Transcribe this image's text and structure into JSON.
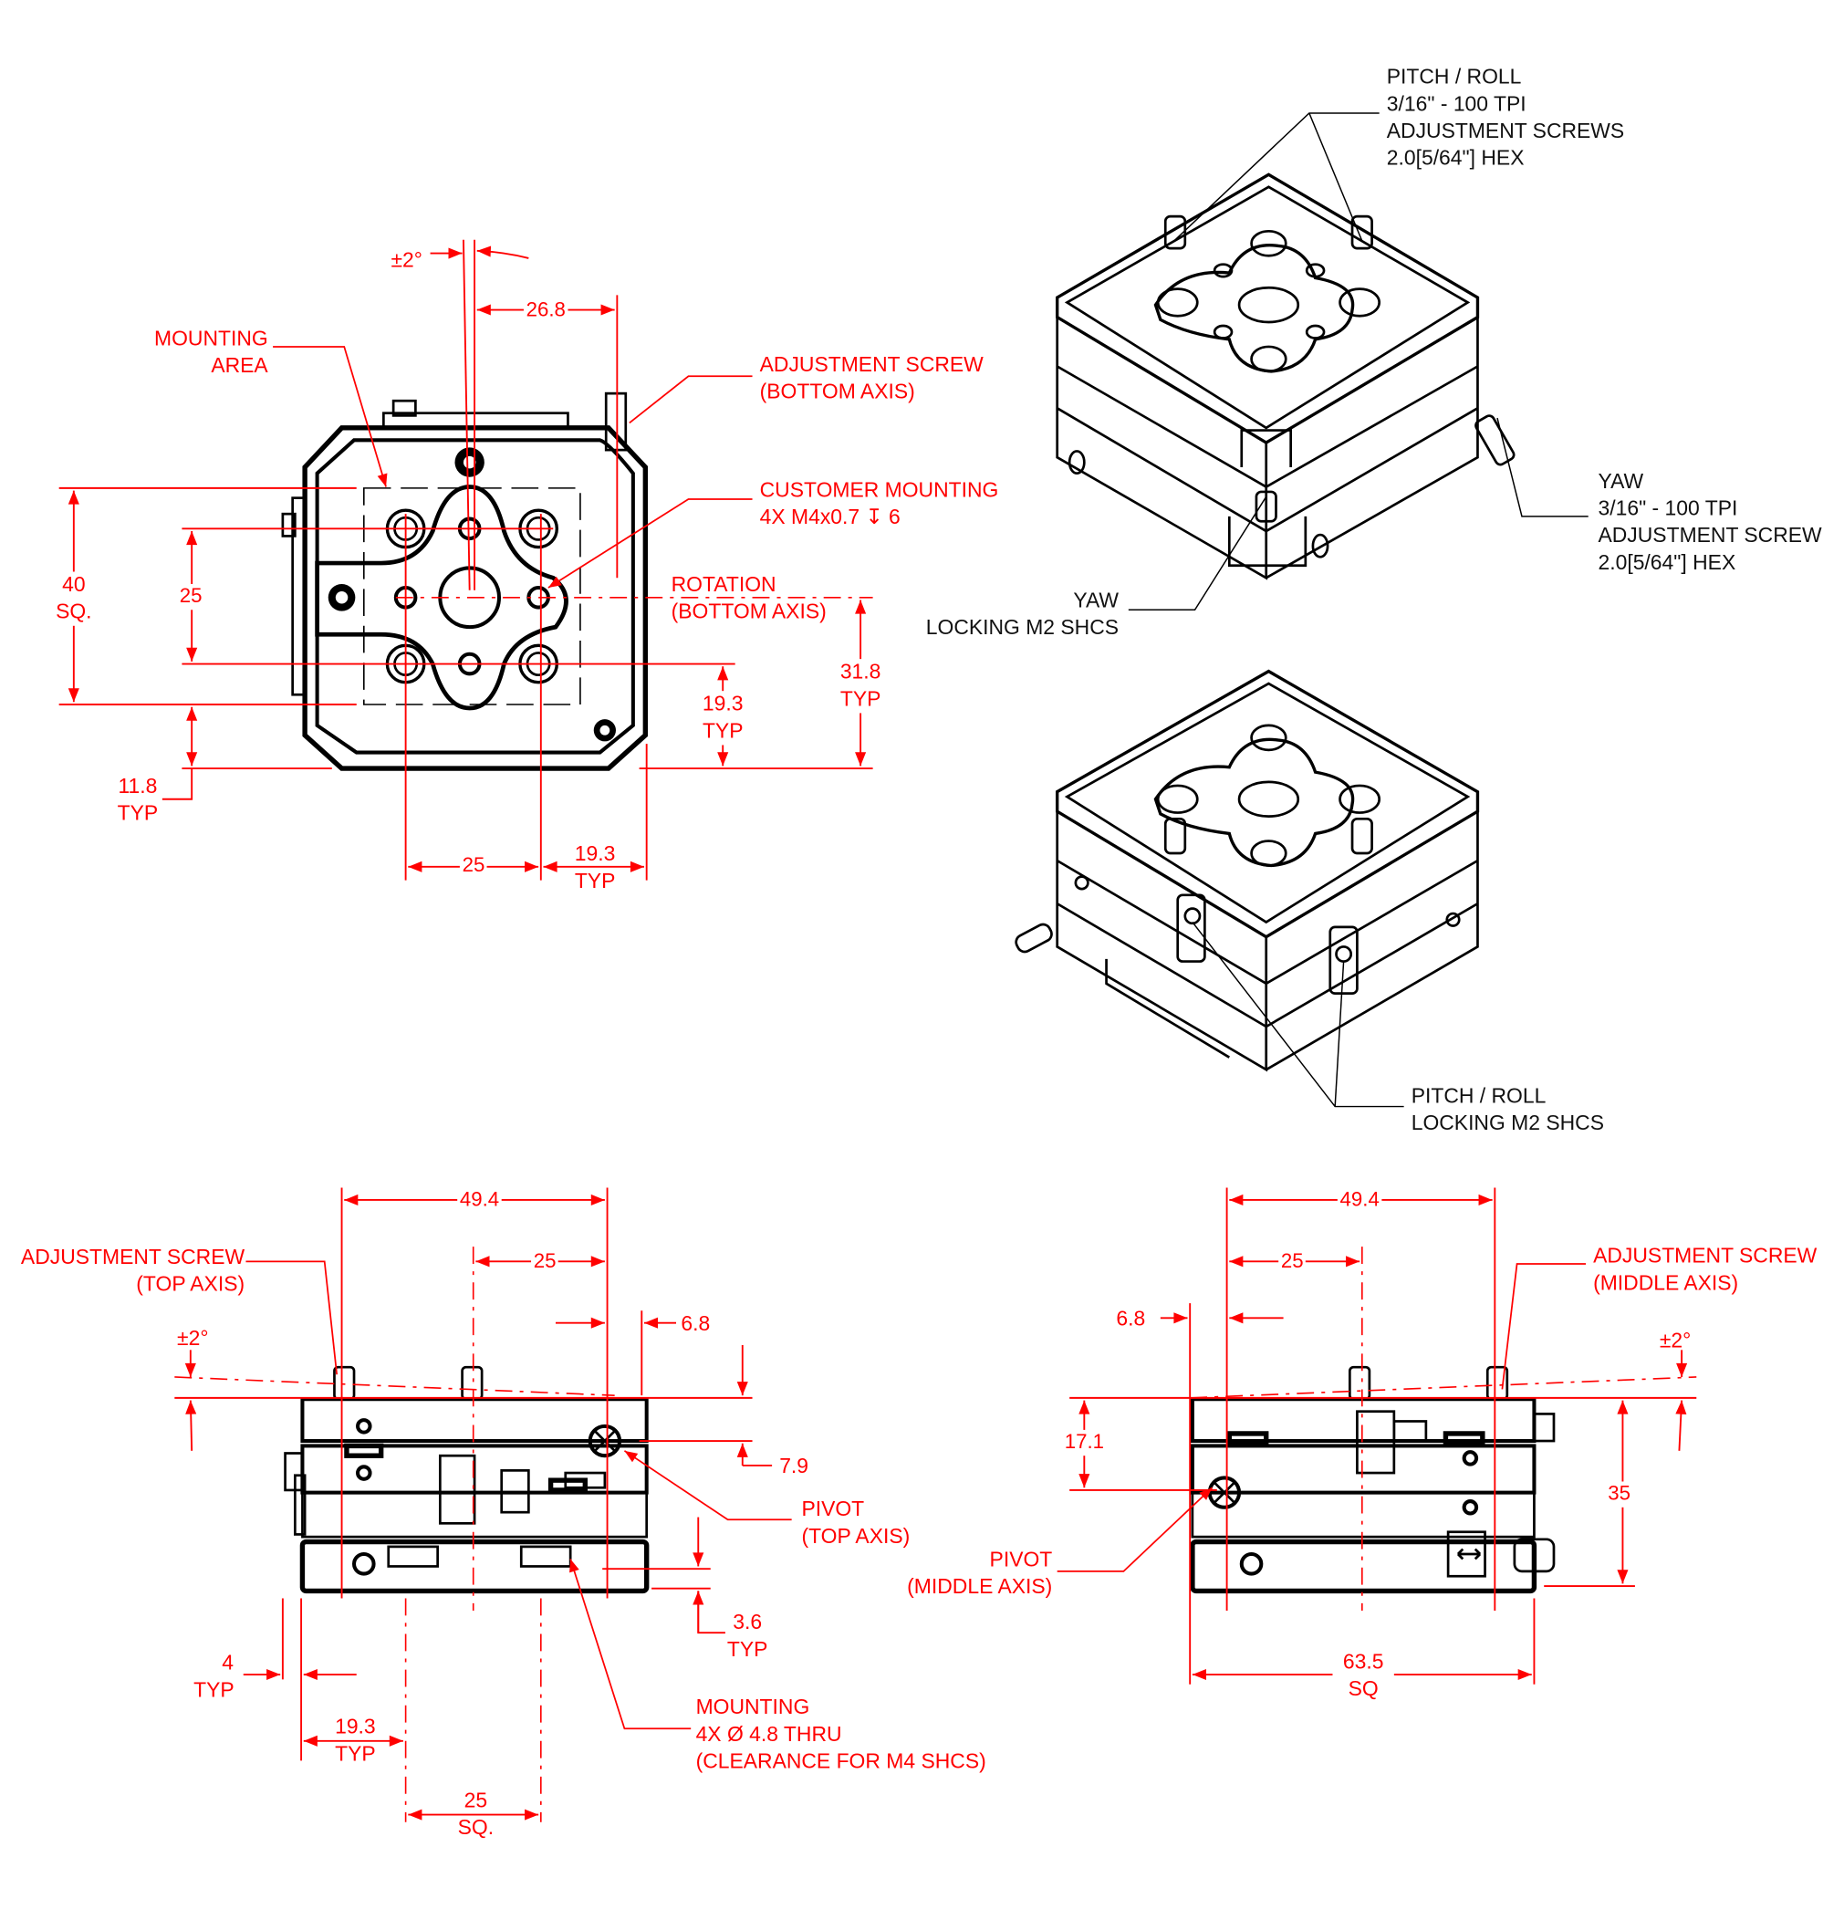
{
  "drawing": {
    "title": "Tip / Tilt / Rotation Stage — Dimensional Drawing",
    "colors": {
      "dimension": "#ff0000",
      "part_outline": "#000000",
      "callout_text": "#111111",
      "background": "#ffffff"
    }
  },
  "top_view": {
    "angle_dim": "±2°",
    "dim_26_8": "26.8",
    "mounting_area": [
      "MOUNTING",
      "AREA"
    ],
    "adjustment_screw": [
      "ADJUSTMENT SCREW",
      "(BOTTOM AXIS)"
    ],
    "customer_mounting": [
      "CUSTOMER MOUNTING",
      "4X M4x0.7 ↧ 6"
    ],
    "rotation": [
      "ROTATION",
      "(BOTTOM AXIS)"
    ],
    "dim_40": [
      "40",
      "SQ."
    ],
    "dim_25_v": "25",
    "dim_31_8": [
      "31.8",
      "TYP"
    ],
    "dim_19_3_v": [
      "19.3",
      "TYP"
    ],
    "dim_11_8": [
      "11.8",
      "TYP"
    ],
    "dim_25_h": "25",
    "dim_19_3_h": [
      "19.3",
      "TYP"
    ]
  },
  "iso_top": {
    "pitch_roll_screws": [
      "PITCH / ROLL",
      "3/16\" - 100 TPI",
      "ADJUSTMENT SCREWS",
      "2.0[5/64\"] HEX"
    ],
    "yaw_screw": [
      "YAW",
      "3/16\" - 100 TPI",
      "ADJUSTMENT SCREW",
      "2.0[5/64\"] HEX"
    ],
    "yaw_locking": [
      "YAW",
      "LOCKING M2 SHCS"
    ]
  },
  "iso_bottom": {
    "pitch_roll_locking": [
      "PITCH / ROLL",
      "LOCKING M2 SHCS"
    ]
  },
  "front_view": {
    "dim_49_4": "49.4",
    "dim_25": "25",
    "dim_6_8": "6.8",
    "dim_7_9": "7.9",
    "angle_dim": "±2°",
    "adjustment_screw": [
      "ADJUSTMENT SCREW",
      "(TOP AXIS)"
    ],
    "pivot": [
      "PIVOT",
      "(TOP AXIS)"
    ],
    "dim_3_6": [
      "3.6",
      "TYP"
    ],
    "dim_4": [
      "4",
      "TYP"
    ],
    "dim_19_3": [
      "19.3",
      "TYP"
    ],
    "dim_25_sq": [
      "25",
      "SQ."
    ],
    "mounting": [
      "MOUNTING",
      "4X Ø 4.8 THRU",
      "(CLEARANCE FOR M4 SHCS)"
    ]
  },
  "side_view": {
    "dim_49_4": "49.4",
    "dim_25": "25",
    "dim_6_8": "6.8",
    "angle_dim": "±2°",
    "adjustment_screw": [
      "ADJUSTMENT SCREW",
      "(MIDDLE AXIS)"
    ],
    "dim_17_1": "17.1",
    "dim_35": "35",
    "pivot": [
      "PIVOT",
      "(MIDDLE AXIS)"
    ],
    "dim_63_5": [
      "63.5",
      "SQ"
    ]
  }
}
